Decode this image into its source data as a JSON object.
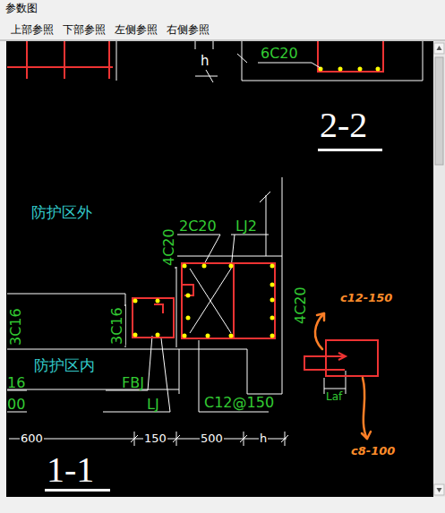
{
  "diagram": {
    "title": "参数图",
    "labels": [
      "上部参照",
      "下部参照",
      "左侧参照",
      "右侧参照",
      "h",
      "6C20",
      "2-2",
      "防护区外",
      "2C20",
      "LJ2",
      "4C20",
      "3C16",
      "3C16",
      "4C20",
      "防护区内",
      "16",
      "00",
      "FBJ",
      "LJ",
      "C12@150",
      "600",
      "150",
      "500",
      "h",
      "1-1",
      "c12-150",
      "c8-100",
      "Laf"
    ]
  }
}
